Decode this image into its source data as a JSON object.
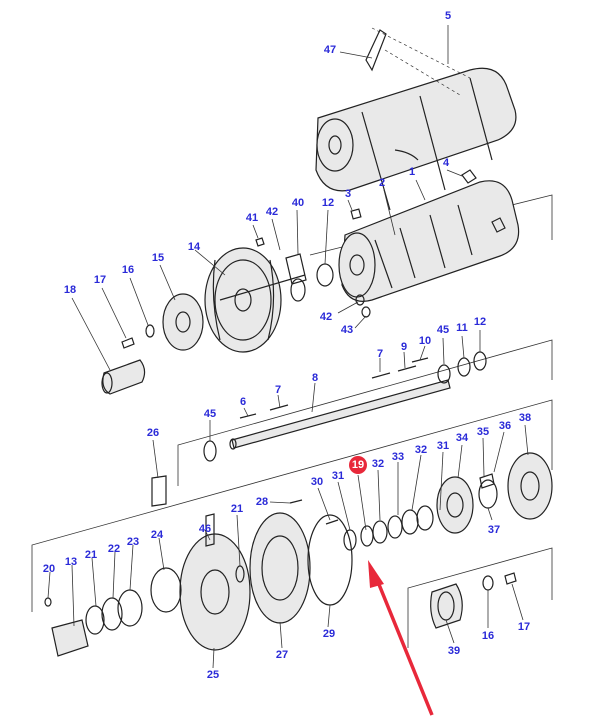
{
  "diagram": {
    "callouts": [
      {
        "id": "c5",
        "text": "5"
      },
      {
        "id": "c47",
        "text": "47"
      },
      {
        "id": "c4",
        "text": "4"
      },
      {
        "id": "c1",
        "text": "1"
      },
      {
        "id": "c2",
        "text": "2"
      },
      {
        "id": "c3",
        "text": "3"
      },
      {
        "id": "c41",
        "text": "41"
      },
      {
        "id": "c42a",
        "text": "42"
      },
      {
        "id": "c40",
        "text": "40"
      },
      {
        "id": "c12a",
        "text": "12"
      },
      {
        "id": "c14",
        "text": "14"
      },
      {
        "id": "c15",
        "text": "15"
      },
      {
        "id": "c16a",
        "text": "16"
      },
      {
        "id": "c17a",
        "text": "17"
      },
      {
        "id": "c18",
        "text": "18"
      },
      {
        "id": "c42b",
        "text": "42"
      },
      {
        "id": "c43",
        "text": "43"
      },
      {
        "id": "c45a",
        "text": "45"
      },
      {
        "id": "c11",
        "text": "11"
      },
      {
        "id": "c12b",
        "text": "12"
      },
      {
        "id": "c7a",
        "text": "7"
      },
      {
        "id": "c9",
        "text": "9"
      },
      {
        "id": "c10",
        "text": "10"
      },
      {
        "id": "c8",
        "text": "8"
      },
      {
        "id": "c6",
        "text": "6"
      },
      {
        "id": "c7b",
        "text": "7"
      },
      {
        "id": "c45b",
        "text": "45"
      },
      {
        "id": "c26",
        "text": "26"
      },
      {
        "id": "c38",
        "text": "38"
      },
      {
        "id": "c34",
        "text": "34"
      },
      {
        "id": "c35",
        "text": "35"
      },
      {
        "id": "c36",
        "text": "36"
      },
      {
        "id": "c32a",
        "text": "32"
      },
      {
        "id": "c33",
        "text": "33"
      },
      {
        "id": "c32b",
        "text": "32"
      },
      {
        "id": "c31a",
        "text": "31"
      },
      {
        "id": "c31b",
        "text": "31"
      },
      {
        "id": "c30",
        "text": "30"
      },
      {
        "id": "c37",
        "text": "37"
      },
      {
        "id": "c28",
        "text": "28"
      },
      {
        "id": "c46",
        "text": "46"
      },
      {
        "id": "c21a",
        "text": "21"
      },
      {
        "id": "c24",
        "text": "24"
      },
      {
        "id": "c23",
        "text": "23"
      },
      {
        "id": "c22",
        "text": "22"
      },
      {
        "id": "c21b",
        "text": "21"
      },
      {
        "id": "c13",
        "text": "13"
      },
      {
        "id": "c20",
        "text": "20"
      },
      {
        "id": "c25",
        "text": "25"
      },
      {
        "id": "c27",
        "text": "27"
      },
      {
        "id": "c29",
        "text": "29"
      },
      {
        "id": "c39",
        "text": "39"
      },
      {
        "id": "c16b",
        "text": "16"
      },
      {
        "id": "c17b",
        "text": "17"
      }
    ],
    "highlight": {
      "text": "19",
      "color": "#e8283a"
    },
    "arrow_color": "#e8283a"
  }
}
